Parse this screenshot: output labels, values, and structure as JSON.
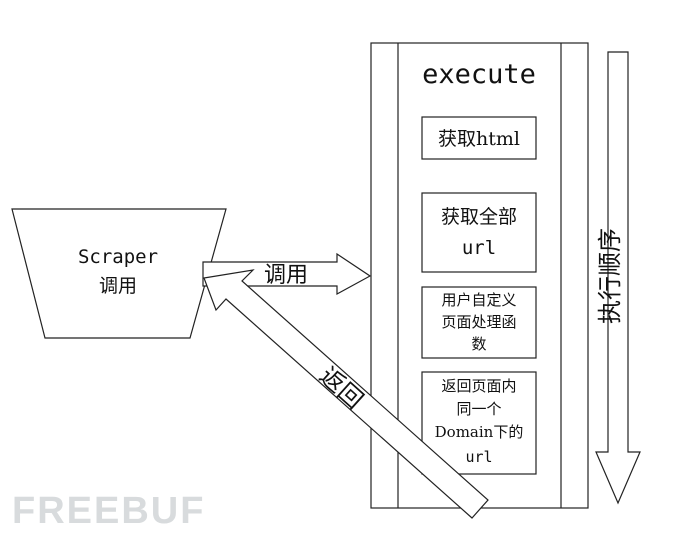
{
  "scraper": {
    "line1": "Scraper",
    "line2": "调用"
  },
  "call_arrow": {
    "label": "调用"
  },
  "return_arrow": {
    "label": "返回"
  },
  "execute": {
    "title": "execute",
    "steps": [
      {
        "lines": [
          "获取html"
        ]
      },
      {
        "lines": [
          "获取全部",
          "url"
        ]
      },
      {
        "lines": [
          "用户自定义",
          "页面处理函",
          "数"
        ]
      },
      {
        "lines": [
          "返回页面内",
          "同一个",
          "Domain下的",
          "url"
        ]
      }
    ]
  },
  "order_arrow": {
    "label": "执行顺序"
  },
  "watermark": {
    "text": "FREEBUF"
  }
}
